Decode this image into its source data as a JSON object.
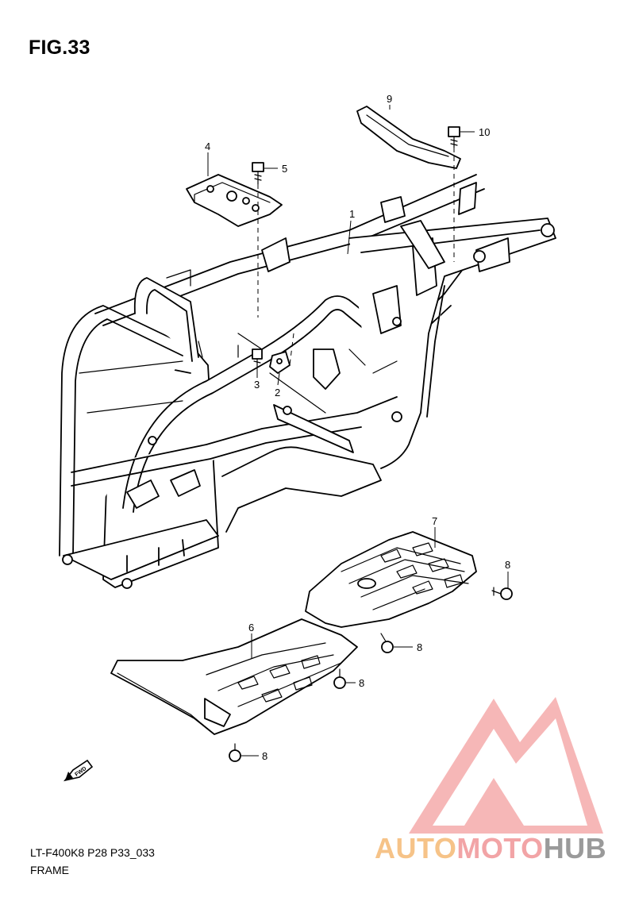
{
  "figure": {
    "title": "FIG.33"
  },
  "callouts": {
    "c1": "1",
    "c2": "2",
    "c3": "3",
    "c4": "4",
    "c5": "5",
    "c6": "6",
    "c7": "7",
    "c8a": "8",
    "c8b": "8",
    "c8c": "8",
    "c8d": "8",
    "c9": "9",
    "c10": "10"
  },
  "fwd_arrow": {
    "label": "FWD"
  },
  "footer": {
    "code": "LT-F400K8 P28 P33_033",
    "name": "FRAME"
  },
  "watermark": {
    "part1": "AUTO",
    "part2": "MOTO",
    "part3": "HUB",
    "colors": {
      "auto": "#f6c388",
      "moto": "#f2a4a6",
      "hub": "#9a9a9a",
      "triangle": "#f4a0a0"
    }
  }
}
